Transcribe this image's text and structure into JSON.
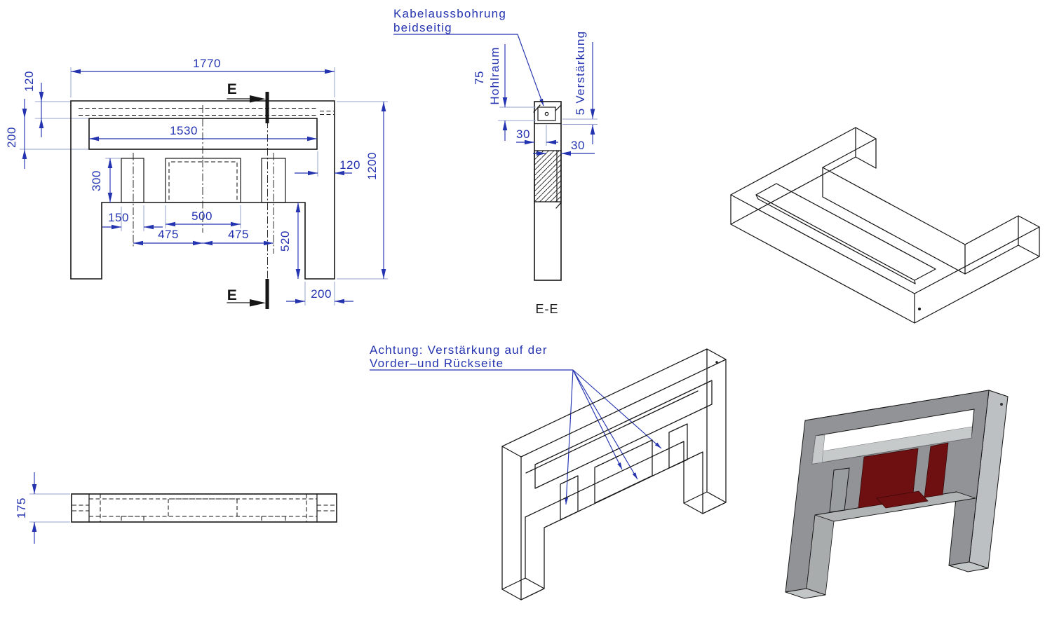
{
  "palette": {
    "dim_color": "#2433b0",
    "extension_color": "#96a3cf",
    "line_color": "#161616",
    "red_plate": "#6e1011",
    "gray_front": "#919396",
    "gray_top": "#85878a",
    "gray_side": "#bcc0c2"
  },
  "front_view": {
    "dim_overall_width": "1770",
    "dim_slot_width": "1530",
    "dim_top_offset": "120",
    "dim_slot_height": "200",
    "dim_plate_height": "300",
    "dim_plate_width": "150",
    "dim_center_plate_width": "500",
    "dim_left_span": "475",
    "dim_right_span": "475",
    "dim_side_offset": "120",
    "dim_opening_height": "520",
    "dim_overall_height": "1200",
    "dim_leg_width": "200",
    "section_letter_top": "E",
    "section_letter_bottom": "E"
  },
  "section_view": {
    "callout_line1": "Kabelaussbohrung",
    "callout_line2": "beidseitig",
    "dim_hollow": "75",
    "label_hollow": "Hohlraum",
    "dim_wall_a": "30",
    "dim_wall_b": "30",
    "label_reinforcement": "5 Verstärkung",
    "title": "E-E"
  },
  "plan_view": {
    "dim_depth": "175"
  },
  "iso_standing_view": {
    "note_line1": "Achtung: Verstärkung auf der",
    "note_line2": "Vorder–und Rückseite"
  }
}
